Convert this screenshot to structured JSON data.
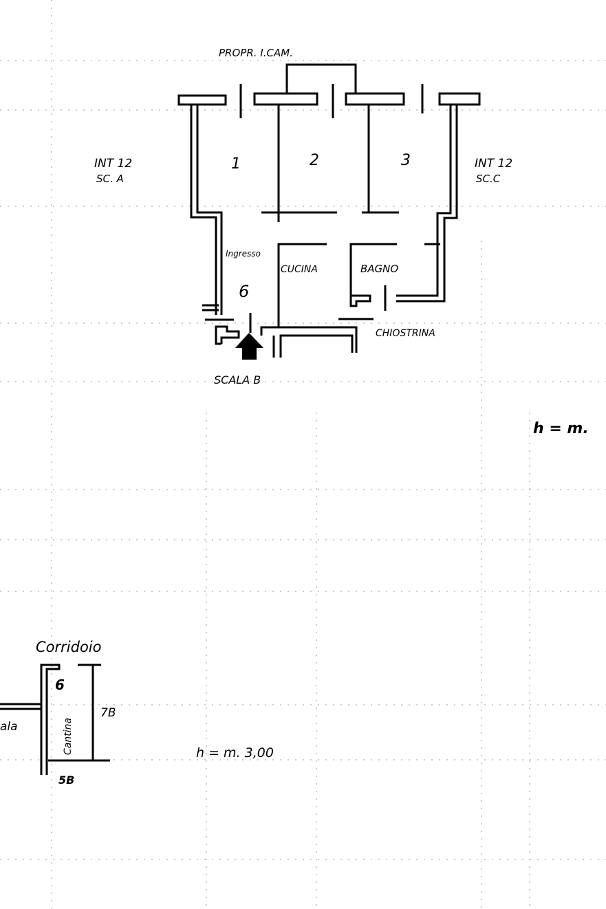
{
  "plan_upper": {
    "owner_label": "PROPR. I.CAM.",
    "left_neighbor": [
      "INT 12",
      "SC. A"
    ],
    "right_neighbor": [
      "INT 12",
      "SC.C"
    ],
    "rooms": [
      "1",
      "2",
      "3"
    ],
    "entrance_label": "Ingresso",
    "kitchen_label": "CUCINA",
    "bathroom_label": "BAGNO",
    "unit_number": "6",
    "courtyard_label": "CHIOSTRINA",
    "stair_label": "SCALA B",
    "height_label": "h = m."
  },
  "plan_lower": {
    "corridor_label": "Corridoio",
    "unit_number": "6",
    "cellar_label": "Cantina",
    "right_number": "7B",
    "bottom_number": "5B",
    "left_label": "ala",
    "height_label": "h = m. 3,00"
  }
}
